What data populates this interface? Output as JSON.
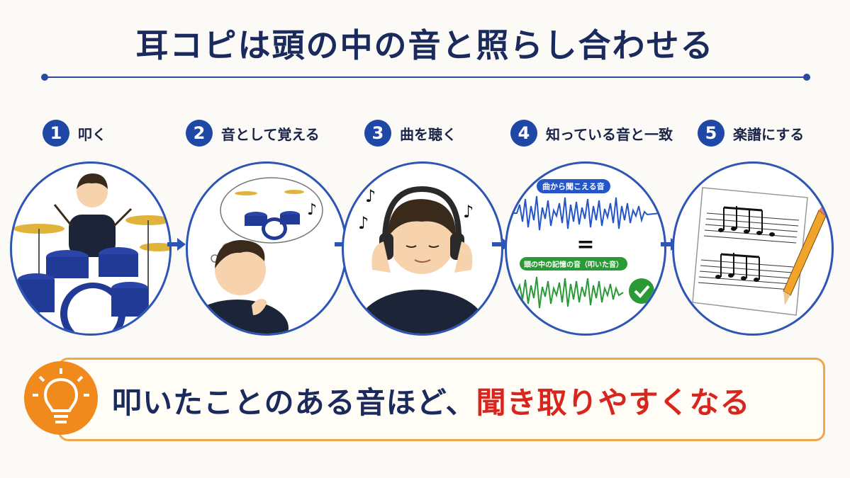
{
  "title": "耳コピは頭の中の音と照らし合わせる",
  "steps": [
    {
      "num": "1",
      "label": "叩く"
    },
    {
      "num": "2",
      "label": "音として覚える"
    },
    {
      "num": "3",
      "label": "曲を聴く"
    },
    {
      "num": "4",
      "label": "知っている音と一致"
    },
    {
      "num": "5",
      "label": "楽譜にする"
    }
  ],
  "compare": {
    "top_label": "曲から聞こえる音",
    "equals": "=",
    "bottom_label": "頭の中の記憶の音（叩いた音）"
  },
  "tip": {
    "part1": "叩いたことのある音ほど、",
    "part2": "聞き取りやすくなる"
  },
  "colors": {
    "accent_blue": "#1f47a6",
    "wave_blue": "#2456c9",
    "wave_green": "#2a9a36",
    "highlight_red": "#d8261f",
    "tip_orange": "#f08a1c"
  }
}
